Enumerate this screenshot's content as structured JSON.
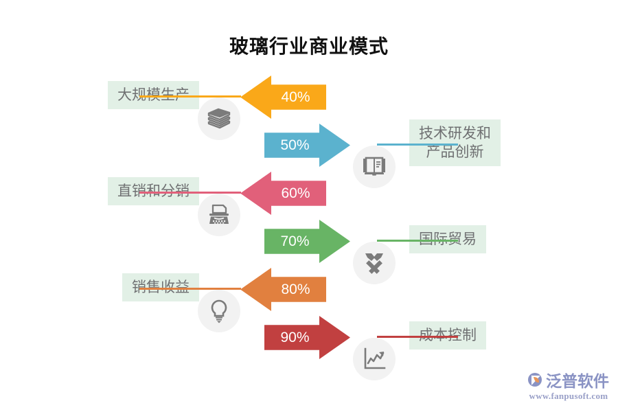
{
  "title": "玻璃行业商业模式",
  "chart_data": {
    "type": "bar",
    "title": "玻璃行业商业模式",
    "xlabel": "",
    "ylabel": "",
    "categories": [
      "大规模生产",
      "技术研发和\n产品创新",
      "直销和分销",
      "国际贸易",
      "销售收益",
      "成本控制"
    ],
    "values": [
      40,
      50,
      60,
      70,
      80,
      90
    ],
    "value_labels": [
      "40%",
      "50%",
      "60%",
      "70%",
      "80%",
      "90%"
    ],
    "colors": [
      "#faa819",
      "#5bb2ce",
      "#e1607a",
      "#68b465",
      "#e1803f",
      "#c14040"
    ],
    "legend": "none",
    "grid": false
  },
  "rows": [
    {
      "label": "大规模生产",
      "percent": "40%",
      "value": 40,
      "color": "#faa819",
      "direction": "left",
      "icon": "books-stack-icon",
      "label_side": "left",
      "icon_side": "left"
    },
    {
      "label": "技术研发和\n产品创新",
      "percent": "50%",
      "value": 50,
      "color": "#5bb2ce",
      "direction": "right",
      "icon": "open-book-icon",
      "label_side": "right",
      "icon_side": "right"
    },
    {
      "label": "直销和分销",
      "percent": "60%",
      "value": 60,
      "color": "#e1607a",
      "direction": "left",
      "icon": "typewriter-icon",
      "label_side": "left",
      "icon_side": "left"
    },
    {
      "label": "国际贸易",
      "percent": "70%",
      "value": 70,
      "color": "#68b465",
      "direction": "right",
      "icon": "crossed-hammers-icon",
      "label_side": "right",
      "icon_side": "right"
    },
    {
      "label": "销售收益",
      "percent": "80%",
      "value": 80,
      "color": "#e1803f",
      "direction": "left",
      "icon": "lightbulb-icon",
      "label_side": "left",
      "icon_side": "left"
    },
    {
      "label": "成本控制",
      "percent": "90%",
      "value": 90,
      "color": "#c14040",
      "direction": "right",
      "icon": "line-chart-icon",
      "label_side": "right",
      "icon_side": "right"
    }
  ],
  "theme": {
    "label_background": "#e2f0e6",
    "label_text": "#6f7072",
    "icon_badge_background": "#f2f2f2",
    "icon_glyph": "#7b7b7b",
    "title_color": "#111111",
    "page_background": "#ffffff"
  },
  "watermark": {
    "brand": "泛普软件",
    "url": "www.fanpusoft.com",
    "brand_color": "#8a93c4"
  }
}
